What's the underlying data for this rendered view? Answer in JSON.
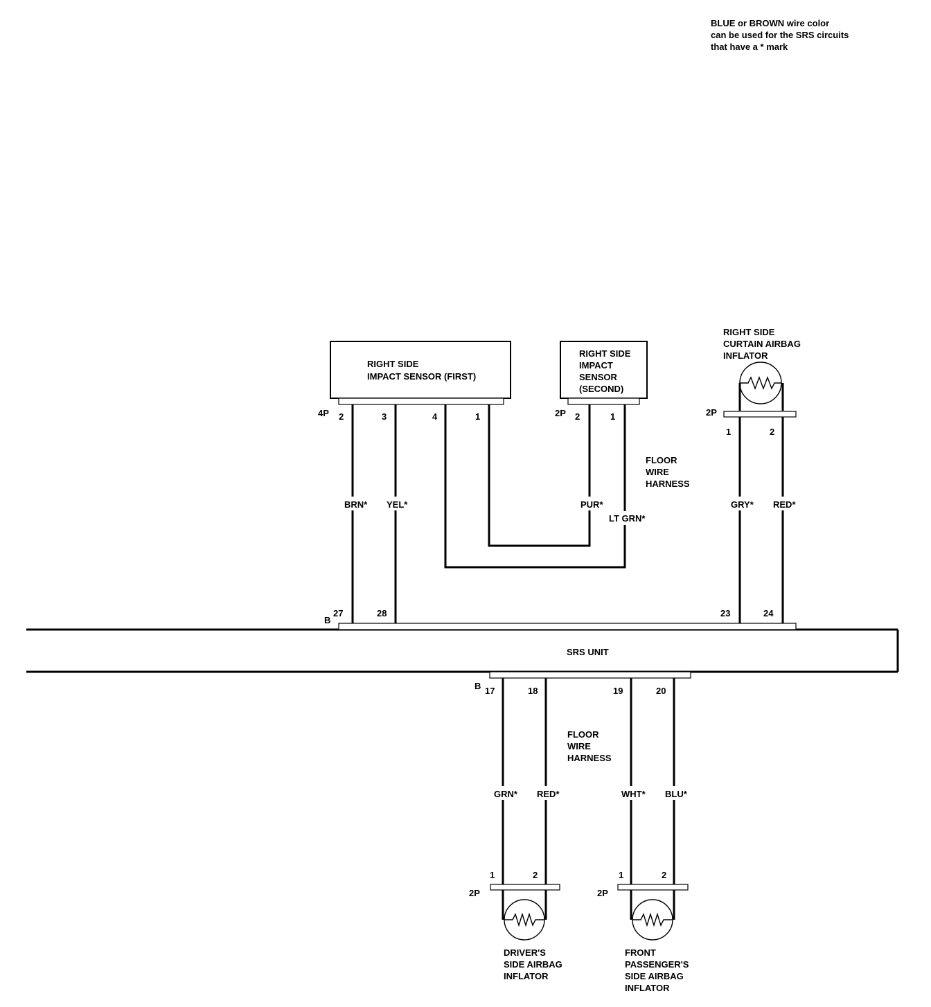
{
  "note": [
    "BLUE or BROWN wire color",
    "can be used for the SRS circuits",
    "that have a * mark"
  ],
  "srs_unit": {
    "label": "SRS UNIT",
    "connector_top": "B",
    "connector_bottom": "B"
  },
  "sensor_first": {
    "label": [
      "RIGHT SIDE",
      "IMPACT SENSOR (FIRST)"
    ],
    "connector": "4P",
    "pins": [
      "2",
      "3",
      "4",
      "1"
    ]
  },
  "sensor_second": {
    "label": [
      "RIGHT SIDE",
      "IMPACT",
      "SENSOR",
      "(SECOND)"
    ],
    "connector": "2P",
    "pins": [
      "2",
      "1"
    ]
  },
  "curtain_inflator": {
    "label": [
      "RIGHT SIDE",
      "CURTAIN AIRBAG",
      "INFLATOR"
    ],
    "connector": "2P",
    "pins": [
      "1",
      "2"
    ]
  },
  "floor_harness_upper": [
    "FLOOR",
    "WIRE",
    "HARNESS"
  ],
  "floor_harness_lower": [
    "FLOOR",
    "WIRE",
    "HARNESS"
  ],
  "wire_colors_upper": [
    "BRN*",
    "YEL*",
    "PUR*",
    "LT GRN*",
    "GRY*",
    "RED*"
  ],
  "unit_pins_top": [
    "27",
    "28",
    "23",
    "24"
  ],
  "unit_pins_bottom": [
    "17",
    "18",
    "19",
    "20"
  ],
  "wire_colors_lower": [
    "GRN*",
    "RED*",
    "WHT*",
    "BLU*"
  ],
  "driver_inflator": {
    "label": [
      "DRIVER'S",
      "SIDE AIRBAG",
      "INFLATOR"
    ],
    "connector": "2P",
    "pins": [
      "1",
      "2"
    ]
  },
  "passenger_inflator": {
    "label": [
      "FRONT",
      "PASSENGER'S",
      "SIDE AIRBAG",
      "INFLATOR"
    ],
    "connector": "2P",
    "pins": [
      "1",
      "2"
    ]
  }
}
